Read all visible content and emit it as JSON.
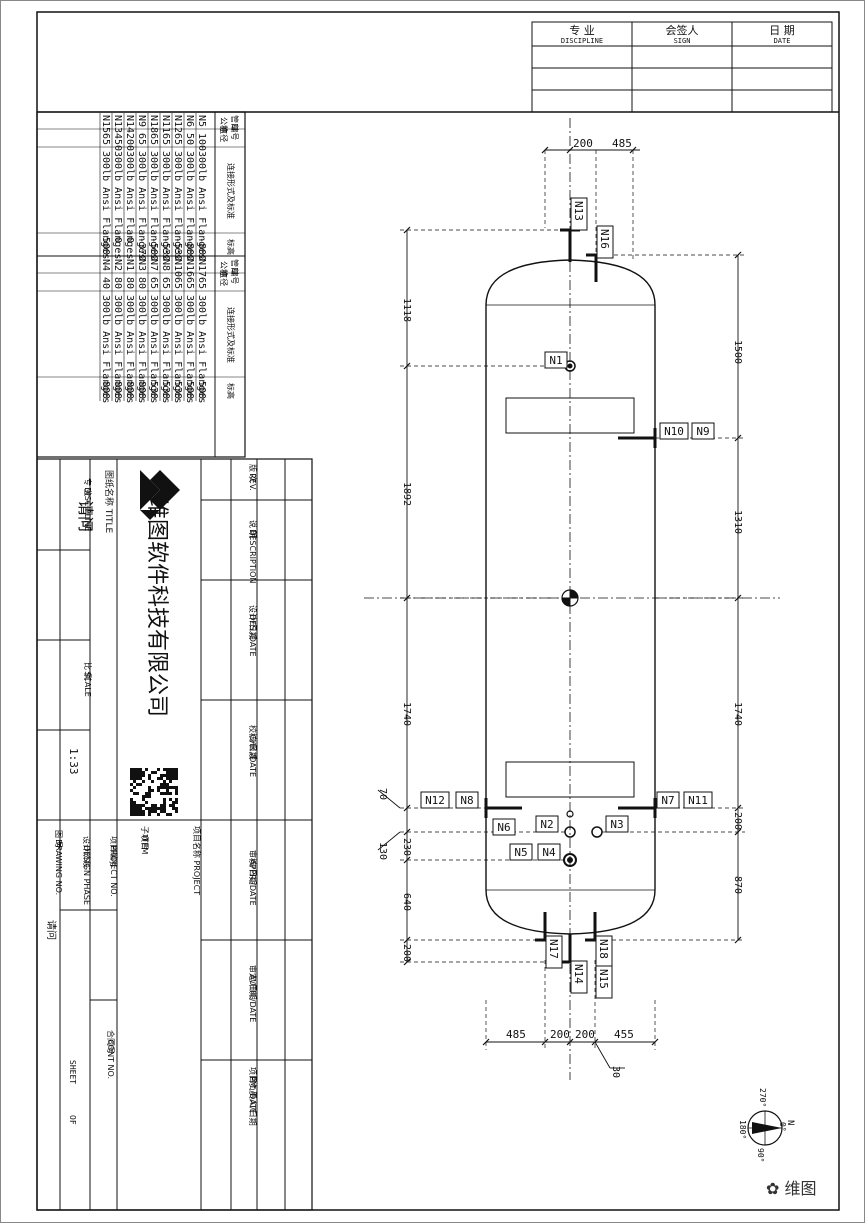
{
  "sign_table": {
    "headers": [
      {
        "cn": "专 业",
        "en": "DISCIPLINE"
      },
      {
        "cn": "会签人",
        "en": "SIGN"
      },
      {
        "cn": "日 期",
        "en": "DATE"
      }
    ]
  },
  "nozzle_table": {
    "header_id": "管口\n编号",
    "header_dn": "公称\n直径",
    "header_conn": "连接形式及标准",
    "header_elev": "标高",
    "left": [
      {
        "id": "N5",
        "dn": "100",
        "conn": "300lb Ansi Flanges",
        "elev": "-800"
      },
      {
        "id": "N6",
        "dn": "50",
        "conn": "300lb Ansi Flanges",
        "elev": "-800"
      },
      {
        "id": "N12",
        "dn": "65",
        "conn": "300lb Ansi Flanges",
        "elev": "-530"
      },
      {
        "id": "N11",
        "dn": "65",
        "conn": "300lb Ansi Flanges",
        "elev": "-530"
      },
      {
        "id": "N18",
        "dn": "65",
        "conn": "300lb Ansi Flanges",
        "elev": "-500"
      },
      {
        "id": "N9",
        "dn": "65",
        "conn": "300lb Ansi Flanges",
        "elev": "-370"
      },
      {
        "id": "N14",
        "dn": "200",
        "conn": "300lb Ansi Flanges",
        "elev": "0"
      },
      {
        "id": "N13",
        "dn": "450",
        "conn": "300lb Ansi Flanges",
        "elev": "0"
      },
      {
        "id": "N15",
        "dn": "65",
        "conn": "300lb Ansi Flanges",
        "elev": "500"
      }
    ],
    "right": [
      {
        "id": "N17",
        "dn": "65",
        "conn": "300lb Ansi Flanges",
        "elev": "500"
      },
      {
        "id": "N16",
        "dn": "65",
        "conn": "300lb Ansi Flanges",
        "elev": "500"
      },
      {
        "id": "N10",
        "dn": "65",
        "conn": "300lb Ansi Flanges",
        "elev": "530"
      },
      {
        "id": "N8",
        "dn": "65",
        "conn": "300lb Ansi Flanges",
        "elev": "530"
      },
      {
        "id": "N7",
        "dn": "65",
        "conn": "300lb Ansi Flanges",
        "elev": "530"
      },
      {
        "id": "N3",
        "dn": "80",
        "conn": "300lb Ansi Flanges",
        "elev": "800"
      },
      {
        "id": "N1",
        "dn": "80",
        "conn": "300lb Ansi Flanges",
        "elev": "800"
      },
      {
        "id": "N2",
        "dn": "80",
        "conn": "300lb Ansi Flanges",
        "elev": "800"
      },
      {
        "id": "N4",
        "dn": "40",
        "conn": "300lb Ansi Flanges",
        "elev": "800"
      }
    ]
  },
  "title_block": {
    "company": "维图软件科技有限公司",
    "drawing_title_label": "图纸名称 TITLE",
    "drawing_title": "请问",
    "discipline_label": "专 业\nDISCIPLINE",
    "scale_label": "比 例\nSCALE",
    "scale": "1:33",
    "item_label": "子项目\nITEM",
    "project_label": "项目名称 PROJECT",
    "project_no_label": "项目编号\nPROJECT NO.",
    "design_phase_label": "设计阶段\nDESIGN PHASE",
    "drawing_no_label": "图 号\nDRAWING NO.",
    "drawing_no": "请问",
    "cont_no_label": "合同号\nCONT NO.",
    "sheet_label": "SHEET",
    "of_label": "OF",
    "rev_labels": [
      "版 次\nREV.",
      "说 明\nDESCRIPTION",
      "设计/日期\nDES./DATE",
      "校核/日期\nCHK./DATE",
      "审核/日期\nAPPR./DATE",
      "审定/日期\nAUTH./DATE",
      "项目负责人/日期\nPM./DATE"
    ]
  },
  "dimensions": {
    "left": [
      "1118",
      "1892",
      "1740",
      "230",
      "640",
      "200"
    ],
    "right": [
      "1500",
      "1310",
      "1740",
      "200",
      "870"
    ],
    "top": [
      "200",
      "485"
    ],
    "bottom": [
      "485",
      "200",
      "200",
      "455"
    ],
    "small": [
      "70",
      "130",
      "30"
    ]
  },
  "nozzle_labels": [
    "N13",
    "N16",
    "N1",
    "N10",
    "N9",
    "N12",
    "N8",
    "N7",
    "N11",
    "N6",
    "N2",
    "N3",
    "N5",
    "N4",
    "N17",
    "N14",
    "N18",
    "N15"
  ],
  "compass": {
    "n": "N",
    "e": "0°",
    "s": "90°",
    "w": "180°",
    "angle": "270°"
  },
  "watermark": "维图",
  "colors": {
    "line": "#111111",
    "dim": "#222222",
    "paper": "#ffffff"
  }
}
